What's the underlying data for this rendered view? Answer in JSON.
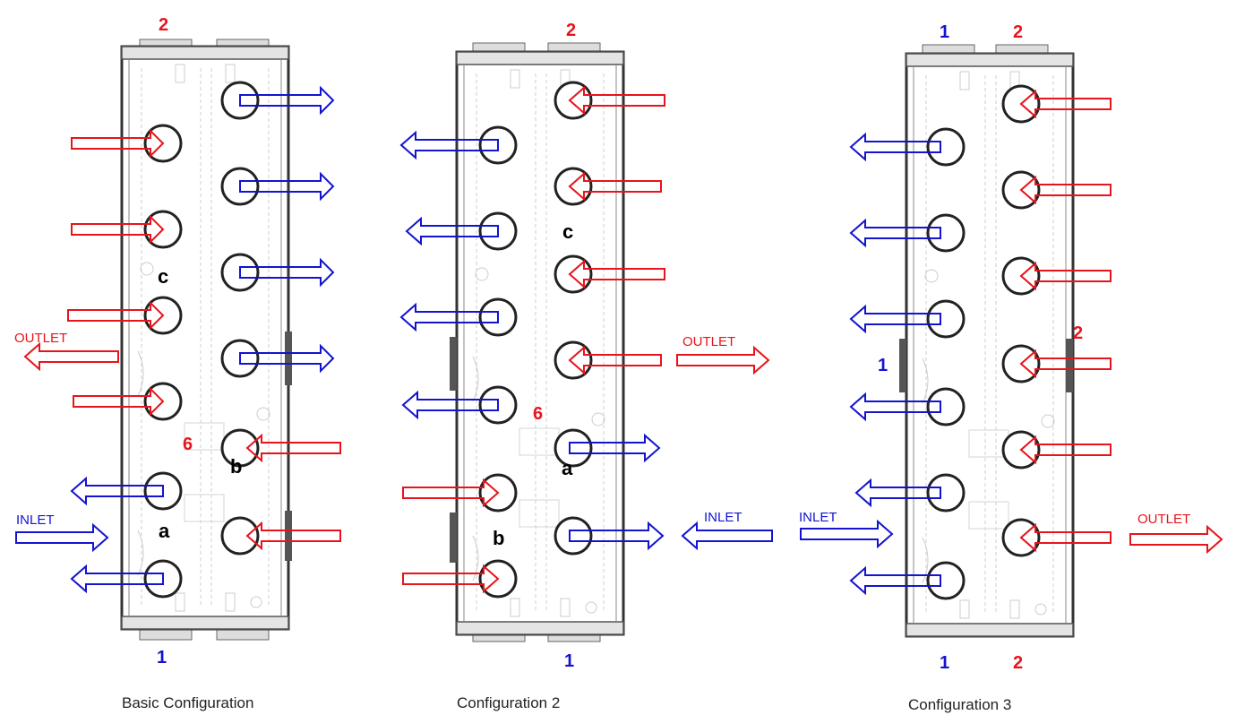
{
  "colors": {
    "hot": "#e8141b",
    "cold": "#1414d0",
    "frame": "#333333",
    "detail": "#c8c8c8"
  },
  "labels": {
    "one": "1",
    "two": "2",
    "six": "6",
    "a": "a",
    "b": "b",
    "c": "c",
    "outlet": "OUTLET",
    "inlet": "INLET"
  },
  "captions": {
    "basic": "Basic Configuration",
    "config2": "Configuration 2",
    "config3": "Configuration 3"
  }
}
